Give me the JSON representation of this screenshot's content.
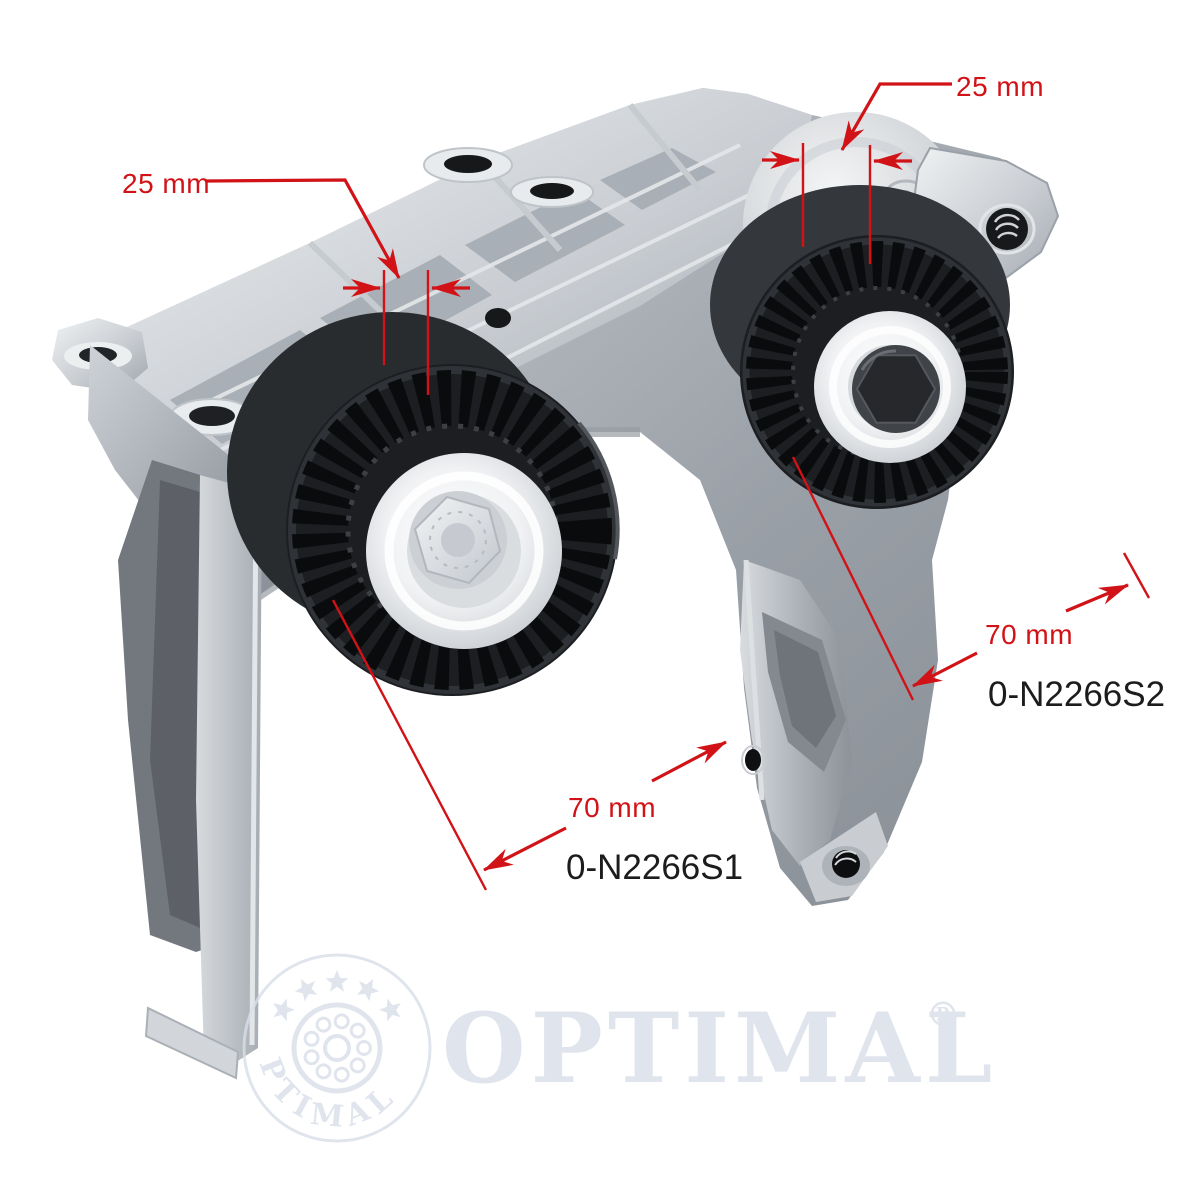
{
  "annotations": {
    "top_dim": {
      "label": "25 mm"
    },
    "left_dim": {
      "label": "25 mm"
    },
    "lower_dim": {
      "label": "70 mm",
      "part_code": "0-N2266S1"
    },
    "right_dim": {
      "label": "70 mm",
      "part_code": "0-N2266S2"
    }
  },
  "watermark": {
    "brand": "OPTIMAL",
    "registered_mark": "®",
    "emblem_text": "PTIMAL"
  },
  "colors": {
    "background": "#ffffff",
    "annotation_red": "#d11216",
    "part_code_black": "#1c1c1e",
    "watermark_gray": "#d9dfe9"
  }
}
